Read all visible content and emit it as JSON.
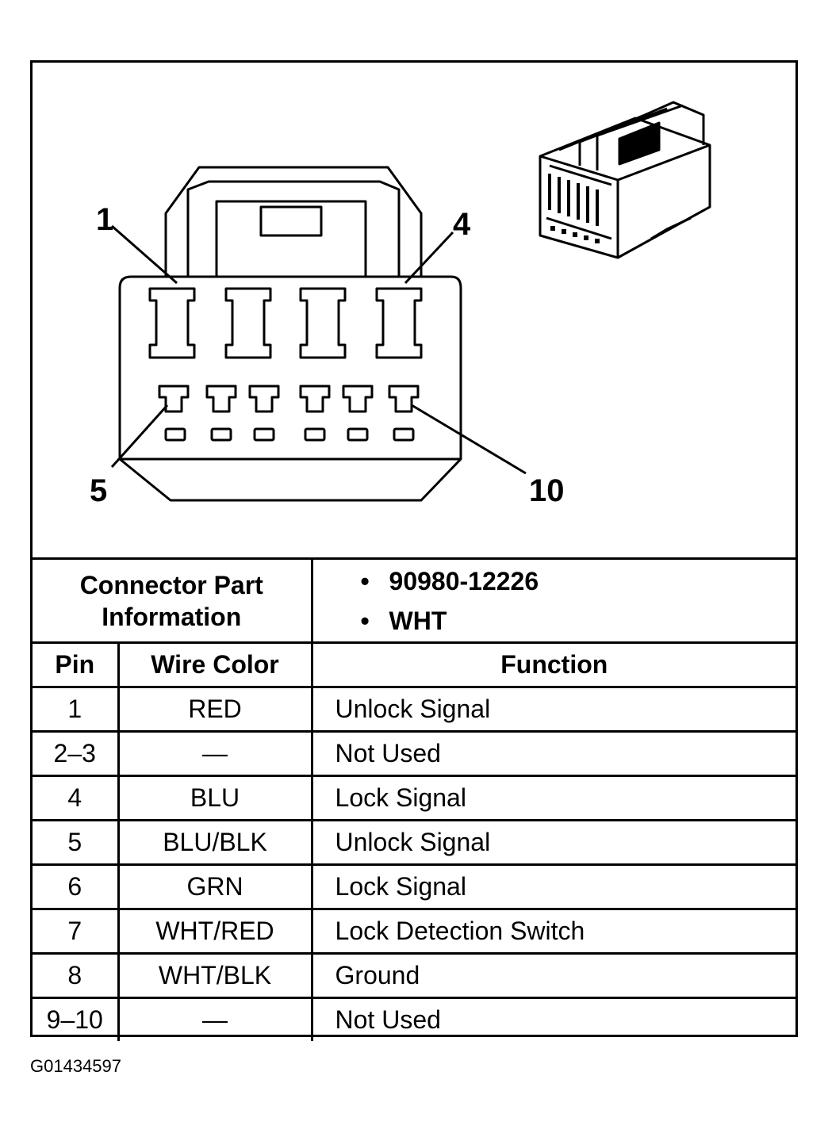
{
  "connector": {
    "pin_labels": {
      "p1": "1",
      "p4": "4",
      "p5": "5",
      "p10": "10"
    }
  },
  "part_info": {
    "label_line1": "Connector Part",
    "label_line2": "Information",
    "part_number": "90980-12226",
    "color": "WHT"
  },
  "table": {
    "headers": {
      "pin": "Pin",
      "wire_color": "Wire Color",
      "function": "Function"
    },
    "rows": [
      {
        "pin": "1",
        "wire_color": "RED",
        "function": "Unlock Signal"
      },
      {
        "pin": "2–3",
        "wire_color": "—",
        "function": "Not Used"
      },
      {
        "pin": "4",
        "wire_color": "BLU",
        "function": "Lock Signal"
      },
      {
        "pin": "5",
        "wire_color": "BLU/BLK",
        "function": "Unlock Signal"
      },
      {
        "pin": "6",
        "wire_color": "GRN",
        "function": "Lock Signal"
      },
      {
        "pin": "7",
        "wire_color": "WHT/RED",
        "function": "Lock Detection Switch"
      },
      {
        "pin": "8",
        "wire_color": "WHT/BLK",
        "function": "Ground"
      },
      {
        "pin": "9–10",
        "wire_color": "—",
        "function": "Not Used"
      }
    ]
  },
  "figure_id": "G01434597"
}
